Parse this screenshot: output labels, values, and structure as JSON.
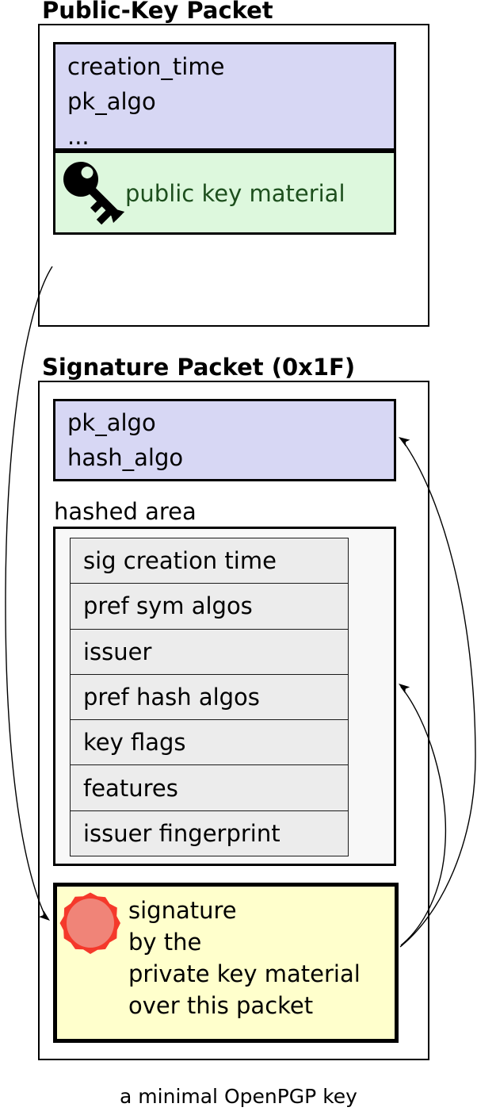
{
  "diagram": {
    "public_key_packet": {
      "title": "Public-Key Packet",
      "header_fields": [
        "creation_time",
        "pk_algo",
        "..."
      ],
      "material_label": "public key material"
    },
    "signature_packet": {
      "title": "Signature Packet (0x1F)",
      "header_fields": [
        "pk_algo",
        "hash_algo"
      ],
      "hashed_area_label": "hashed area",
      "subpackets": [
        "sig creation time",
        "pref sym algos",
        "issuer",
        "pref hash algos",
        "key flags",
        "features",
        "issuer fingerprint"
      ],
      "signature_lines": [
        "signature",
        "by the",
        "private key material",
        "over this packet"
      ]
    },
    "caption": "a minimal OpenPGP key",
    "colors": {
      "header_fill": "#d7d7f4",
      "material_fill": "#ddf8dd",
      "material_text": "#1d4f1d",
      "hashed_fill": "#f8f8f8",
      "subpacket_fill": "#ececec",
      "signature_fill": "#ffffcc",
      "seal_ring": "#f5392b",
      "seal_center": "#f08478"
    }
  }
}
